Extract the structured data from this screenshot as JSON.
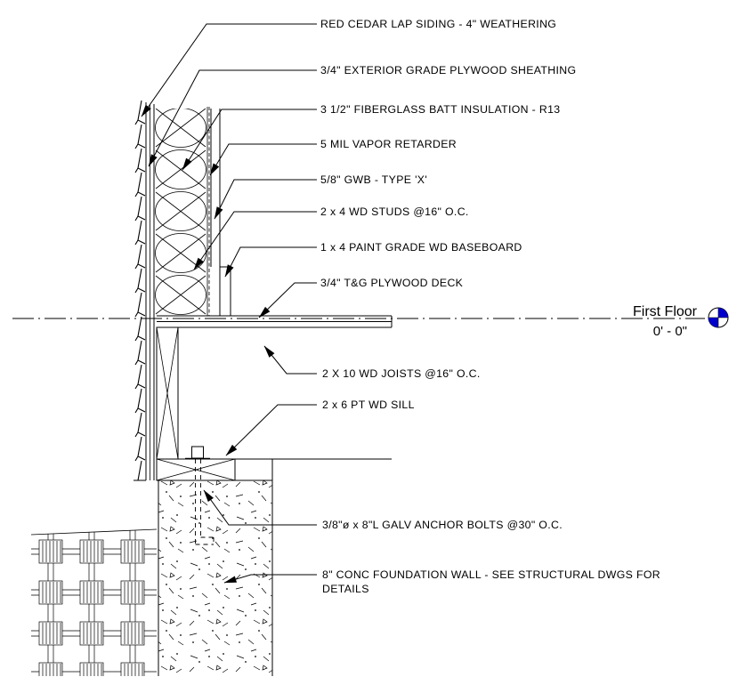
{
  "drawing_type": "architectural wall section detail at foundation",
  "callouts": [
    {
      "id": "siding",
      "label": "RED CEDAR LAP SIDING - 4\" WEATHERING"
    },
    {
      "id": "sheathing",
      "label": "3/4\" EXTERIOR GRADE PLYWOOD SHEATHING"
    },
    {
      "id": "insulation",
      "label": "3 1/2\" FIBERGLASS BATT INSULATION - R13"
    },
    {
      "id": "vapor",
      "label": "5 MIL VAPOR RETARDER"
    },
    {
      "id": "gwb",
      "label": "5/8\" GWB - TYPE 'X'"
    },
    {
      "id": "studs",
      "label": "2 x 4 WD STUDS @16\" O.C."
    },
    {
      "id": "baseboard",
      "label": "1 x 4 PAINT GRADE WD BASEBOARD"
    },
    {
      "id": "deck",
      "label": "3/4\" T&G PLYWOOD DECK"
    },
    {
      "id": "joists",
      "label": "2 X 10 WD JOISTS @16\" O.C."
    },
    {
      "id": "sill",
      "label": "2 x 6 PT WD SILL"
    },
    {
      "id": "anchor-bolts",
      "label": "3/8\"ø x 8\"L GALV ANCHOR BOLTS @30\" O.C."
    },
    {
      "id": "foundation",
      "label_lines": [
        "8\" CONC FOUNDATION WALL - SEE STRUCTURAL DWGS FOR",
        "DETAILS"
      ]
    }
  ],
  "level_marker": {
    "name": "First Floor",
    "elevation": "0' - 0\""
  },
  "colors": {
    "line": "#000000",
    "background": "#FFFFFF",
    "level_symbol": "#0000CC"
  }
}
